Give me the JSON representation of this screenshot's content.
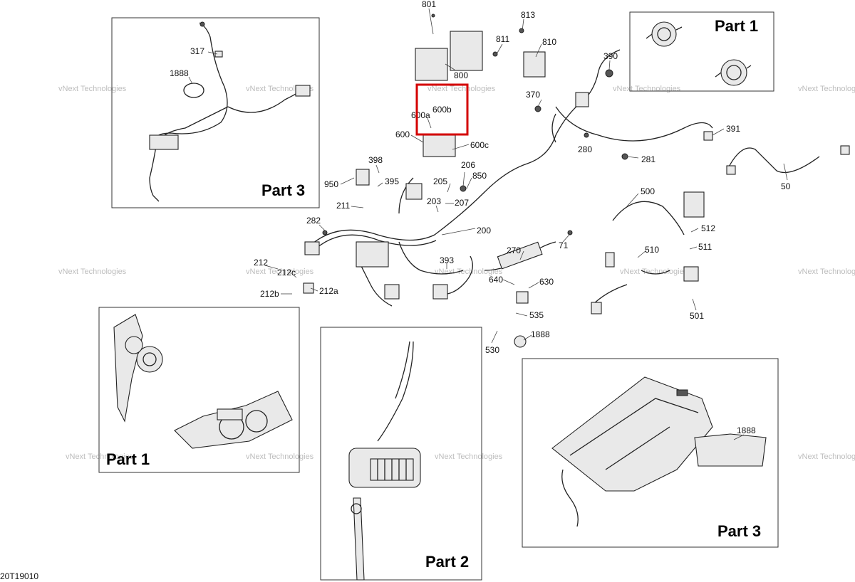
{
  "diagram_code": "20T19010",
  "watermark": "vNext Technologies",
  "highlight_color": "#d40000",
  "panels": [
    {
      "id": "part1-top-right",
      "title": "Part 1"
    },
    {
      "id": "part3-top-left",
      "title": "Part 3"
    },
    {
      "id": "part1-bottom-left",
      "title": "Part 1"
    },
    {
      "id": "part2-bottom-center",
      "title": "Part 2"
    },
    {
      "id": "part3-bottom-right",
      "title": "Part 3"
    }
  ],
  "callouts": {
    "c801": "801",
    "c813": "813",
    "c811": "811",
    "c810": "810",
    "c800": "800",
    "c390": "390",
    "c370": "370",
    "c600b": "600b",
    "c600a": "600a",
    "c600": "600",
    "c600c": "600c",
    "c391": "391",
    "c280": "280",
    "c281": "281",
    "c50": "50",
    "c398": "398",
    "c950": "950",
    "c395": "395",
    "c206": "206",
    "c205": "205",
    "c850": "850",
    "c207": "207",
    "c203": "203",
    "c211": "211",
    "c282": "282",
    "c200": "200",
    "c500": "500",
    "c512": "512",
    "c511": "511",
    "c510": "510",
    "c270": "270",
    "c71": "71",
    "c212": "212",
    "c212c": "212c",
    "c212b": "212b",
    "c212a": "212a",
    "c393": "393",
    "c640": "640",
    "c630": "630",
    "c501": "501",
    "c535": "535",
    "c1888b": "1888",
    "c530": "530",
    "c317": "317",
    "c1888a": "1888",
    "c1888c": "1888"
  }
}
